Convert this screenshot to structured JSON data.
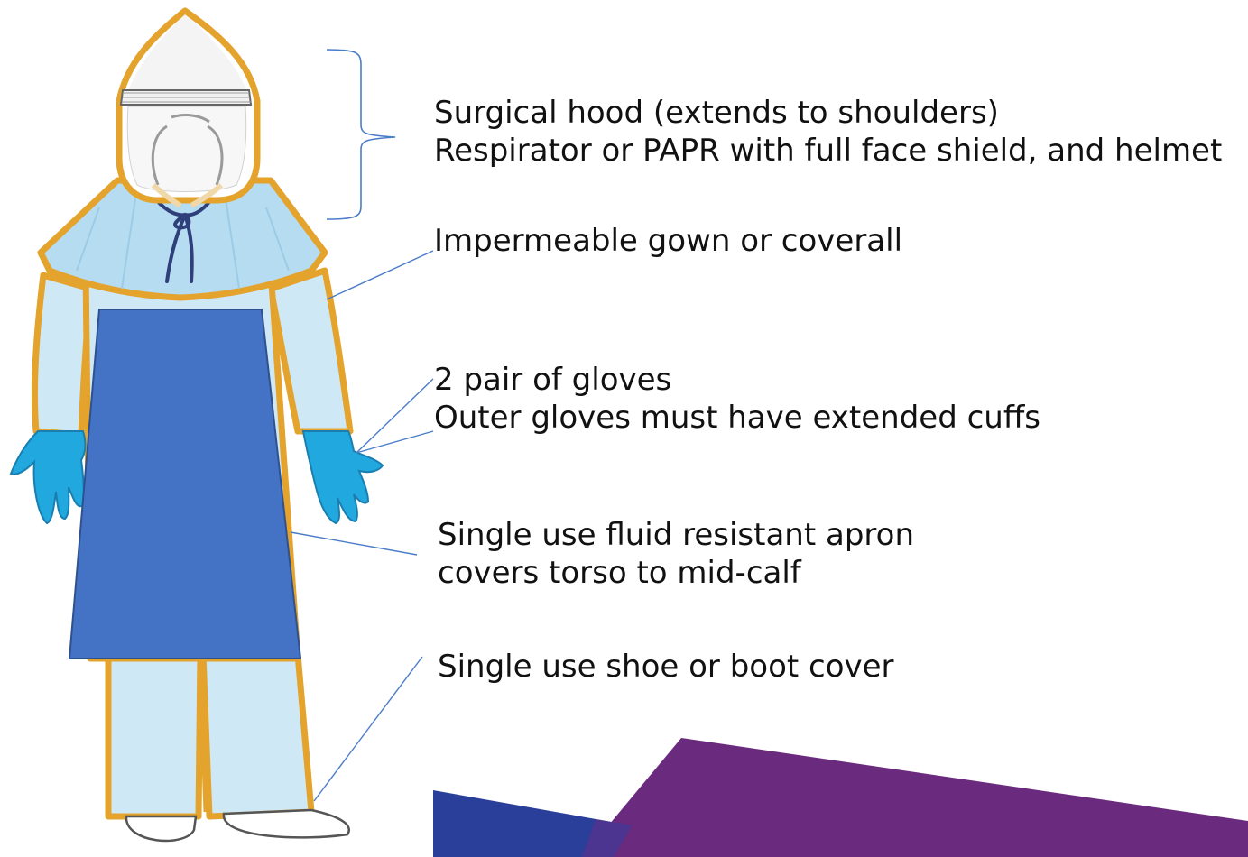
{
  "labels": {
    "hood": {
      "line1": "Surgical hood (extends to shoulders)",
      "line2": "Respirator or PAPR with full  face shield, and helmet"
    },
    "gown": {
      "line1": "Impermeable gown or coverall"
    },
    "gloves": {
      "line1": "2 pair of gloves",
      "line2": "Outer gloves must have extended cuffs"
    },
    "apron": {
      "line1": "Single use fluid resistant apron",
      "line2": "covers torso to mid-calf"
    },
    "shoe": {
      "line1": "Single use shoe or boot cover"
    }
  },
  "colors": {
    "outline": "#e3a32c",
    "gown": "#cfe8f6",
    "gown_shoulder": "#b6dcf2",
    "apron": "#4472c4",
    "gloves": "#20a8df",
    "leader_line": "#4a7cc8",
    "corner_blue": "#2a3f99",
    "corner_purple": "#6a2a7e"
  },
  "icons": [
    "ppe-figure",
    "hood-bracket-icon"
  ]
}
